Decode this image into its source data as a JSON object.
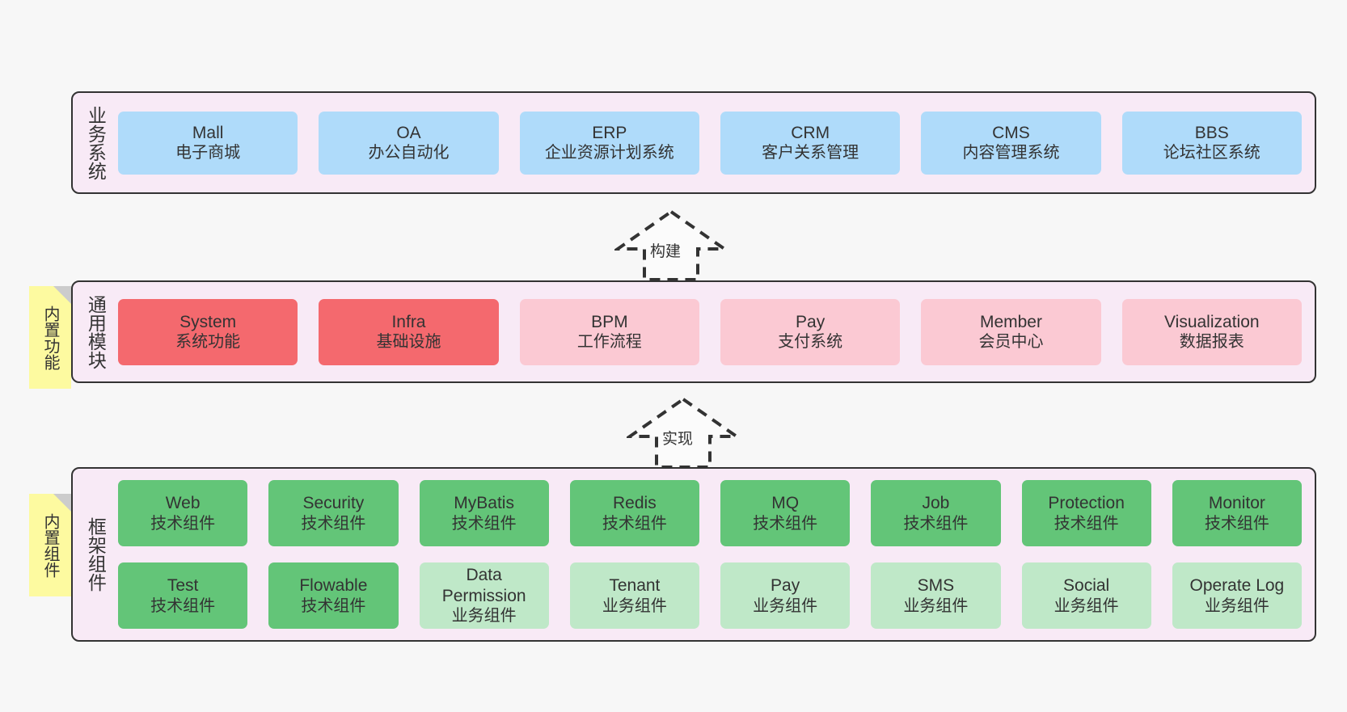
{
  "diagram": {
    "title_note_top": "内置功能",
    "title_note_bottom": "内置组件",
    "background_color": "#f7f7f7",
    "layer_fill": "#f8eaf6",
    "note_fill": "#fdfaa0"
  },
  "layers": {
    "business": {
      "label": "业务系统",
      "cards": [
        {
          "en": "Mall",
          "cn": "电子商城",
          "color": "#afdbfa"
        },
        {
          "en": "OA",
          "cn": "办公自动化",
          "color": "#afdbfa"
        },
        {
          "en": "ERP",
          "cn": "企业资源计划系统",
          "color": "#afdbfa"
        },
        {
          "en": "CRM",
          "cn": "客户关系管理",
          "color": "#afdbfa"
        },
        {
          "en": "CMS",
          "cn": "内容管理系统",
          "color": "#afdbfa"
        },
        {
          "en": "BBS",
          "cn": "论坛社区系统",
          "color": "#afdbfa"
        }
      ]
    },
    "modules": {
      "label": "通用模块",
      "note": "内置功能",
      "cards": [
        {
          "en": "System",
          "cn": "系统功能",
          "color": "#f4696e"
        },
        {
          "en": "Infra",
          "cn": "基础设施",
          "color": "#f4696e"
        },
        {
          "en": "BPM",
          "cn": "工作流程",
          "color": "#fbc9d3"
        },
        {
          "en": "Pay",
          "cn": "支付系统",
          "color": "#fbc9d3"
        },
        {
          "en": "Member",
          "cn": "会员中心",
          "color": "#fbc9d3"
        },
        {
          "en": "Visualization",
          "cn": "数据报表",
          "color": "#fbc9d3"
        }
      ]
    },
    "frame": {
      "label": "框架组件",
      "note": "内置组件",
      "row1": [
        {
          "en": "Web",
          "cn": "技术组件",
          "color": "#63c578"
        },
        {
          "en": "Security",
          "cn": "技术组件",
          "color": "#63c578"
        },
        {
          "en": "MyBatis",
          "cn": "技术组件",
          "color": "#63c578"
        },
        {
          "en": "Redis",
          "cn": "技术组件",
          "color": "#63c578"
        },
        {
          "en": "MQ",
          "cn": "技术组件",
          "color": "#63c578"
        },
        {
          "en": "Job",
          "cn": "技术组件",
          "color": "#63c578"
        },
        {
          "en": "Protection",
          "cn": "技术组件",
          "color": "#63c578"
        },
        {
          "en": "Monitor",
          "cn": "技术组件",
          "color": "#63c578"
        }
      ],
      "row2": [
        {
          "en": "Test",
          "cn": "技术组件",
          "color": "#63c578"
        },
        {
          "en": "Flowable",
          "cn": "技术组件",
          "color": "#63c578"
        },
        {
          "en": "Data Permission",
          "cn": "业务组件",
          "color": "#bfe8c8"
        },
        {
          "en": "Tenant",
          "cn": "业务组件",
          "color": "#bfe8c8"
        },
        {
          "en": "Pay",
          "cn": "业务组件",
          "color": "#bfe8c8"
        },
        {
          "en": "SMS",
          "cn": "业务组件",
          "color": "#bfe8c8"
        },
        {
          "en": "Social",
          "cn": "业务组件",
          "color": "#bfe8c8"
        },
        {
          "en": "Operate Log",
          "cn": "业务组件",
          "color": "#bfe8c8"
        }
      ]
    }
  },
  "arrows": [
    {
      "label": "构建",
      "from": "通用模块",
      "to": "业务系统"
    },
    {
      "label": "实现",
      "from": "框架组件",
      "to": "通用模块"
    }
  ]
}
